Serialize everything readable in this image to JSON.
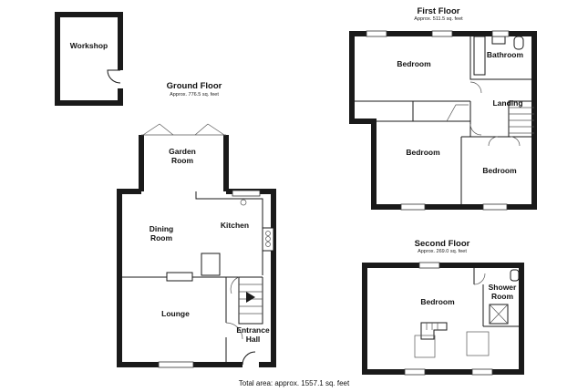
{
  "floors": {
    "ground": {
      "title": "Ground Floor",
      "area": "Approx. 776.5 sq. feet"
    },
    "first": {
      "title": "First Floor",
      "area": "Approx. 511.5 sq. feet"
    },
    "second": {
      "title": "Second Floor",
      "area": "Approx. 269.0 sq. feet"
    }
  },
  "rooms": {
    "workshop": "Workshop",
    "garden_room_1": "Garden",
    "garden_room_2": "Room",
    "dining_room_1": "Dining",
    "dining_room_2": "Room",
    "kitchen": "Kitchen",
    "lounge": "Lounge",
    "entrance_hall_1": "Entrance",
    "entrance_hall_2": "Hall",
    "ff_bedroom_top": "Bedroom",
    "ff_bathroom": "Bathroom",
    "ff_landing": "Landing",
    "ff_bedroom_left": "Bedroom",
    "ff_bedroom_right": "Bedroom",
    "sf_bedroom": "Bedroom",
    "sf_shower_1": "Shower",
    "sf_shower_2": "Room"
  },
  "total_area": "Total area: approx. 1557.1 sq. feet"
}
